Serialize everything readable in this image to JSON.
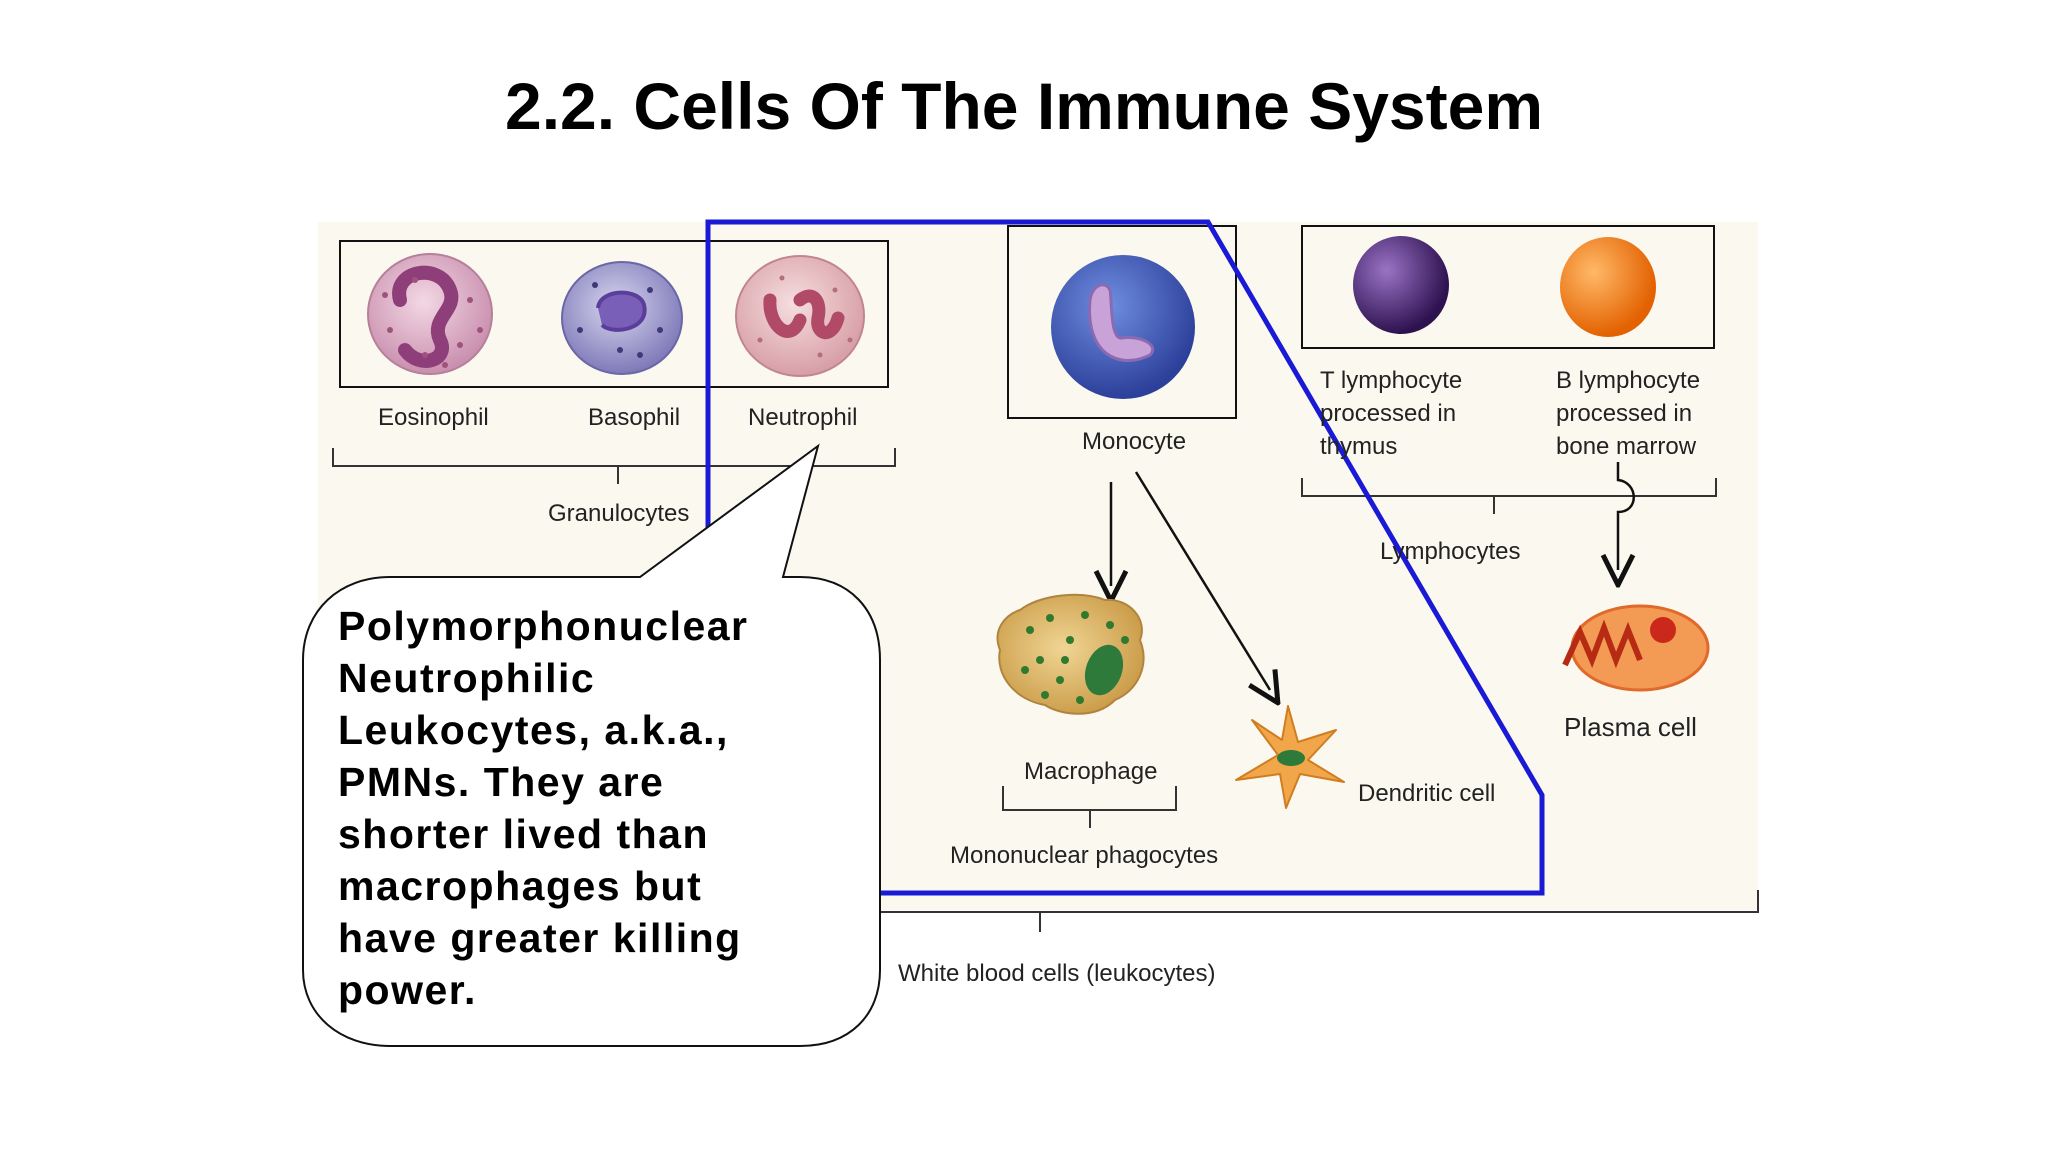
{
  "slide": {
    "title": "2.2. Cells Of The Immune System"
  },
  "diagram": {
    "cells": {
      "eosinophil": "Eosinophil",
      "basophil": "Basophil",
      "neutrophil": "Neutrophil",
      "monocyte": "Monocyte",
      "t_lymphocyte": "T lymphocyte\nprocessed in\nthymus",
      "b_lymphocyte": "B lymphocyte\nprocessed in\nbone marrow",
      "macrophage": "Macrophage",
      "dendritic_cell": "Dendritic cell",
      "plasma_cell": "Plasma cell"
    },
    "groups": {
      "granulocytes": "Granulocytes",
      "lymphocytes": "Lymphocytes",
      "mononuclear_phagocytes": "Mononuclear phagocytes",
      "white_blood_cells": "White blood cells (leukocytes)"
    }
  },
  "callout": {
    "text": "Polymorphonuclear Neutrophilic Leukocytes, a.k.a., PMNs. They are shorter lived than macrophages but have greater killing power."
  },
  "colors": {
    "highlight_outline": "#1a1ad6",
    "figure_background": "#fbf9ef",
    "eosinophil": "#d9a7c0",
    "basophil": "#9a8ec8",
    "neutrophil": "#e4b6b8",
    "monocyte": "#3f5fc4",
    "t_lymphocyte": "#4e2a7a",
    "b_lymphocyte": "#f07a10",
    "macrophage": "#d9b46a",
    "dendritic_cell": "#f2a64a",
    "plasma_cell": "#f39a55"
  }
}
